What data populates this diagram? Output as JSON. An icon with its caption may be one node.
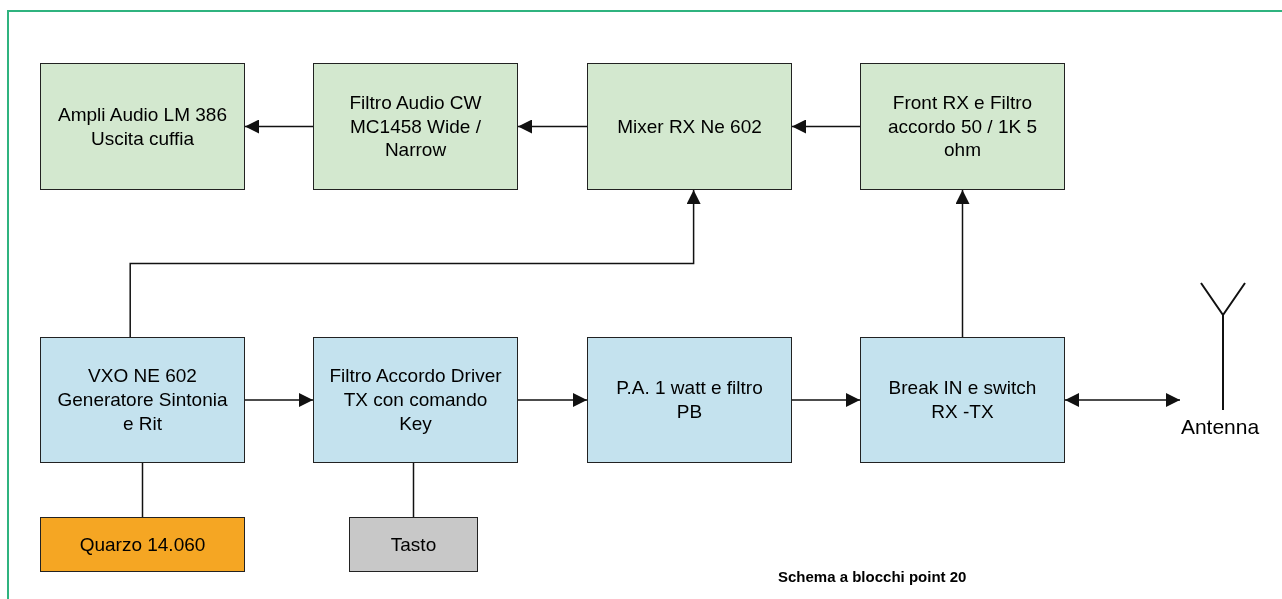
{
  "diagram": {
    "nodes": [
      {
        "text": [
          "Ampli Audio LM 386 Uscita cuffia"
        ]
      },
      {
        "text": [
          "Filtro Audio CW MC1458 Wide / Narrow"
        ]
      },
      {
        "text": [
          "Mixer RX Ne 602"
        ]
      },
      {
        "text": [
          "Front RX e Filtro accordo 50 / 1K 5 ohm"
        ]
      },
      {
        "text": [
          "VXO NE 602 Generatore Sintonia e Rit"
        ]
      },
      {
        "text": [
          "Filtro Accordo Driver TX con comando Key"
        ]
      },
      {
        "text": [
          "P.A. 1 watt e filtro PB"
        ]
      },
      {
        "text": [
          "Break IN e switch RX -TX"
        ]
      },
      {
        "text": [
          "Antenna"
        ]
      },
      {
        "text": [
          "Quarzo 14.060"
        ]
      },
      {
        "text": [
          "Tasto"
        ]
      }
    ],
    "edges": [
      {
        "from": 1,
        "to": 0,
        "arrow": "to"
      },
      {
        "from": 2,
        "to": 1,
        "arrow": "to"
      },
      {
        "from": 3,
        "to": 2,
        "arrow": "to"
      },
      {
        "from": 4,
        "to": 2,
        "arrow": "to"
      },
      {
        "from": 7,
        "to": 3,
        "arrow": "to"
      },
      {
        "from": 4,
        "to": 5,
        "arrow": "to"
      },
      {
        "from": 5,
        "to": 6,
        "arrow": "to"
      },
      {
        "from": 6,
        "to": 7,
        "arrow": "to"
      },
      {
        "from": 7,
        "to": 8,
        "arrow": "both"
      },
      {
        "from": 4,
        "to": 9,
        "arrow": "none"
      },
      {
        "from": 5,
        "to": 10,
        "arrow": "none"
      }
    ],
    "labels": [
      "Schema a blocchi point 20"
    ]
  }
}
